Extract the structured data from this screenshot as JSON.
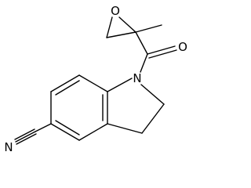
{
  "molecule": {
    "atoms": {
      "epoxide_oxygen": "O",
      "carbonyl_oxygen": "O",
      "indoline_nitrogen": "N",
      "nitrile_nitrogen": "N"
    }
  }
}
